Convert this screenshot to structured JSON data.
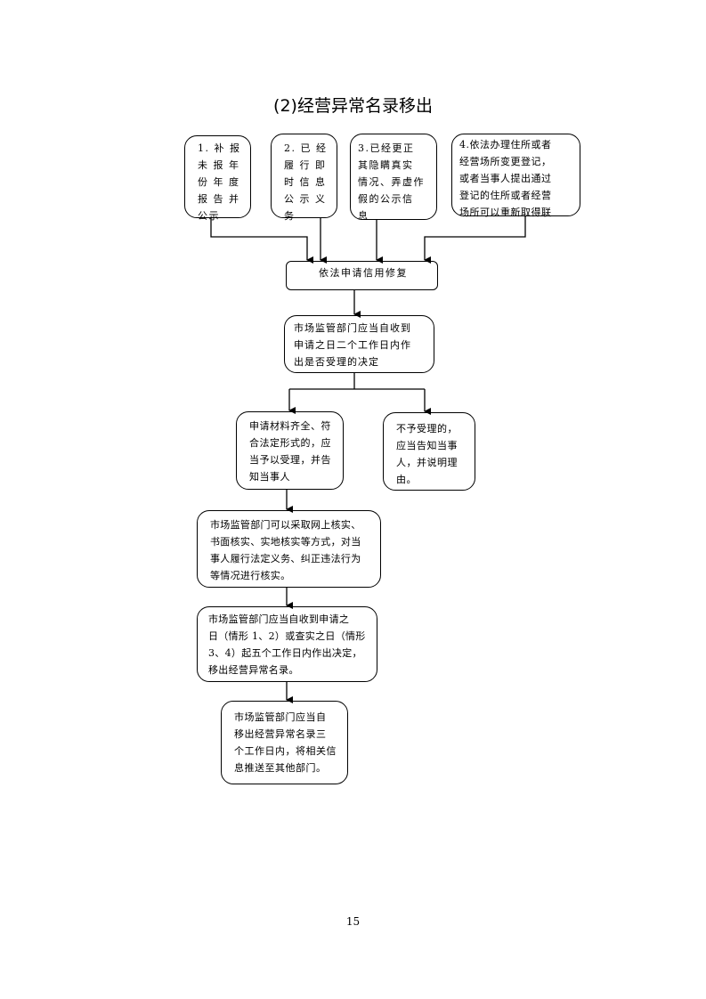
{
  "title": "(2)经营异常名录移出",
  "situations": [
    "1. 补 报\n未 报 年\n份 年 度\n报 告 并\n公示",
    "2. 已 经\n履 行 即\n时 信 息\n公 示 义\n务",
    "3.已经更正\n其隐瞒真实\n情况、弄虚作\n假的公示信\n息",
    "4.依法办理住所或者\n经营场所变更登记，\n或者当事人提出通过\n登记的住所或者经营\n场所可以重新取得联"
  ],
  "apply": "依法申请信用修复",
  "acceptance_decision": "市场监管部门应当自收到\n申请之日二个工作日内作\n出是否受理的决定",
  "accepted": "申请材料齐全、符\n合法定形式的，应\n当予以受理，并告\n知当事人",
  "rejected": "不予受理的，\n应当告知当事\n人，并说明理\n由。",
  "verification": "市场监管部门可以采取网上核实、\n书面核实、实地核实等方式，对当\n事人履行法定义务、纠正违法行为\n等情况进行核实。",
  "removal_decision": "市场监管部门应当自收到申请之\n日（情形 1、2）或查实之日（情形\n3、4）起五个工作日内作出决定，\n移出经营异常名录。",
  "push": "市场监管部门应当自\n移出经营异常名录三\n个工作日内，将相关信\n息推送至其他部门。",
  "page_number": "15"
}
